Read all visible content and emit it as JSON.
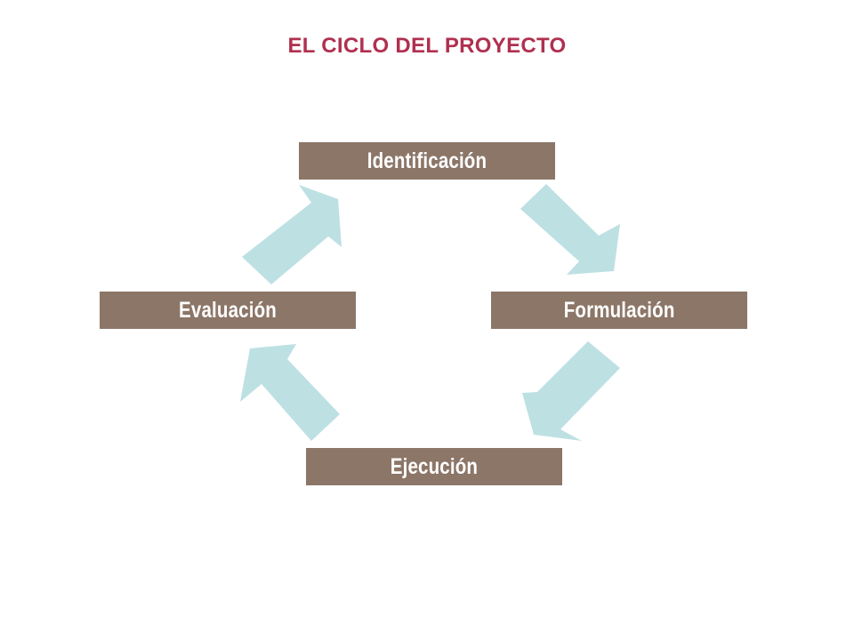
{
  "title": "EL CICLO DEL PROYECTO",
  "stages": {
    "identificacion": "Identificación",
    "formulacion": "Formulación",
    "ejecucion": "Ejecución",
    "evaluacion": "Evaluación"
  },
  "colors": {
    "title": "#b0304f",
    "box": "#8c7668",
    "arrow": "#bde0e3"
  }
}
